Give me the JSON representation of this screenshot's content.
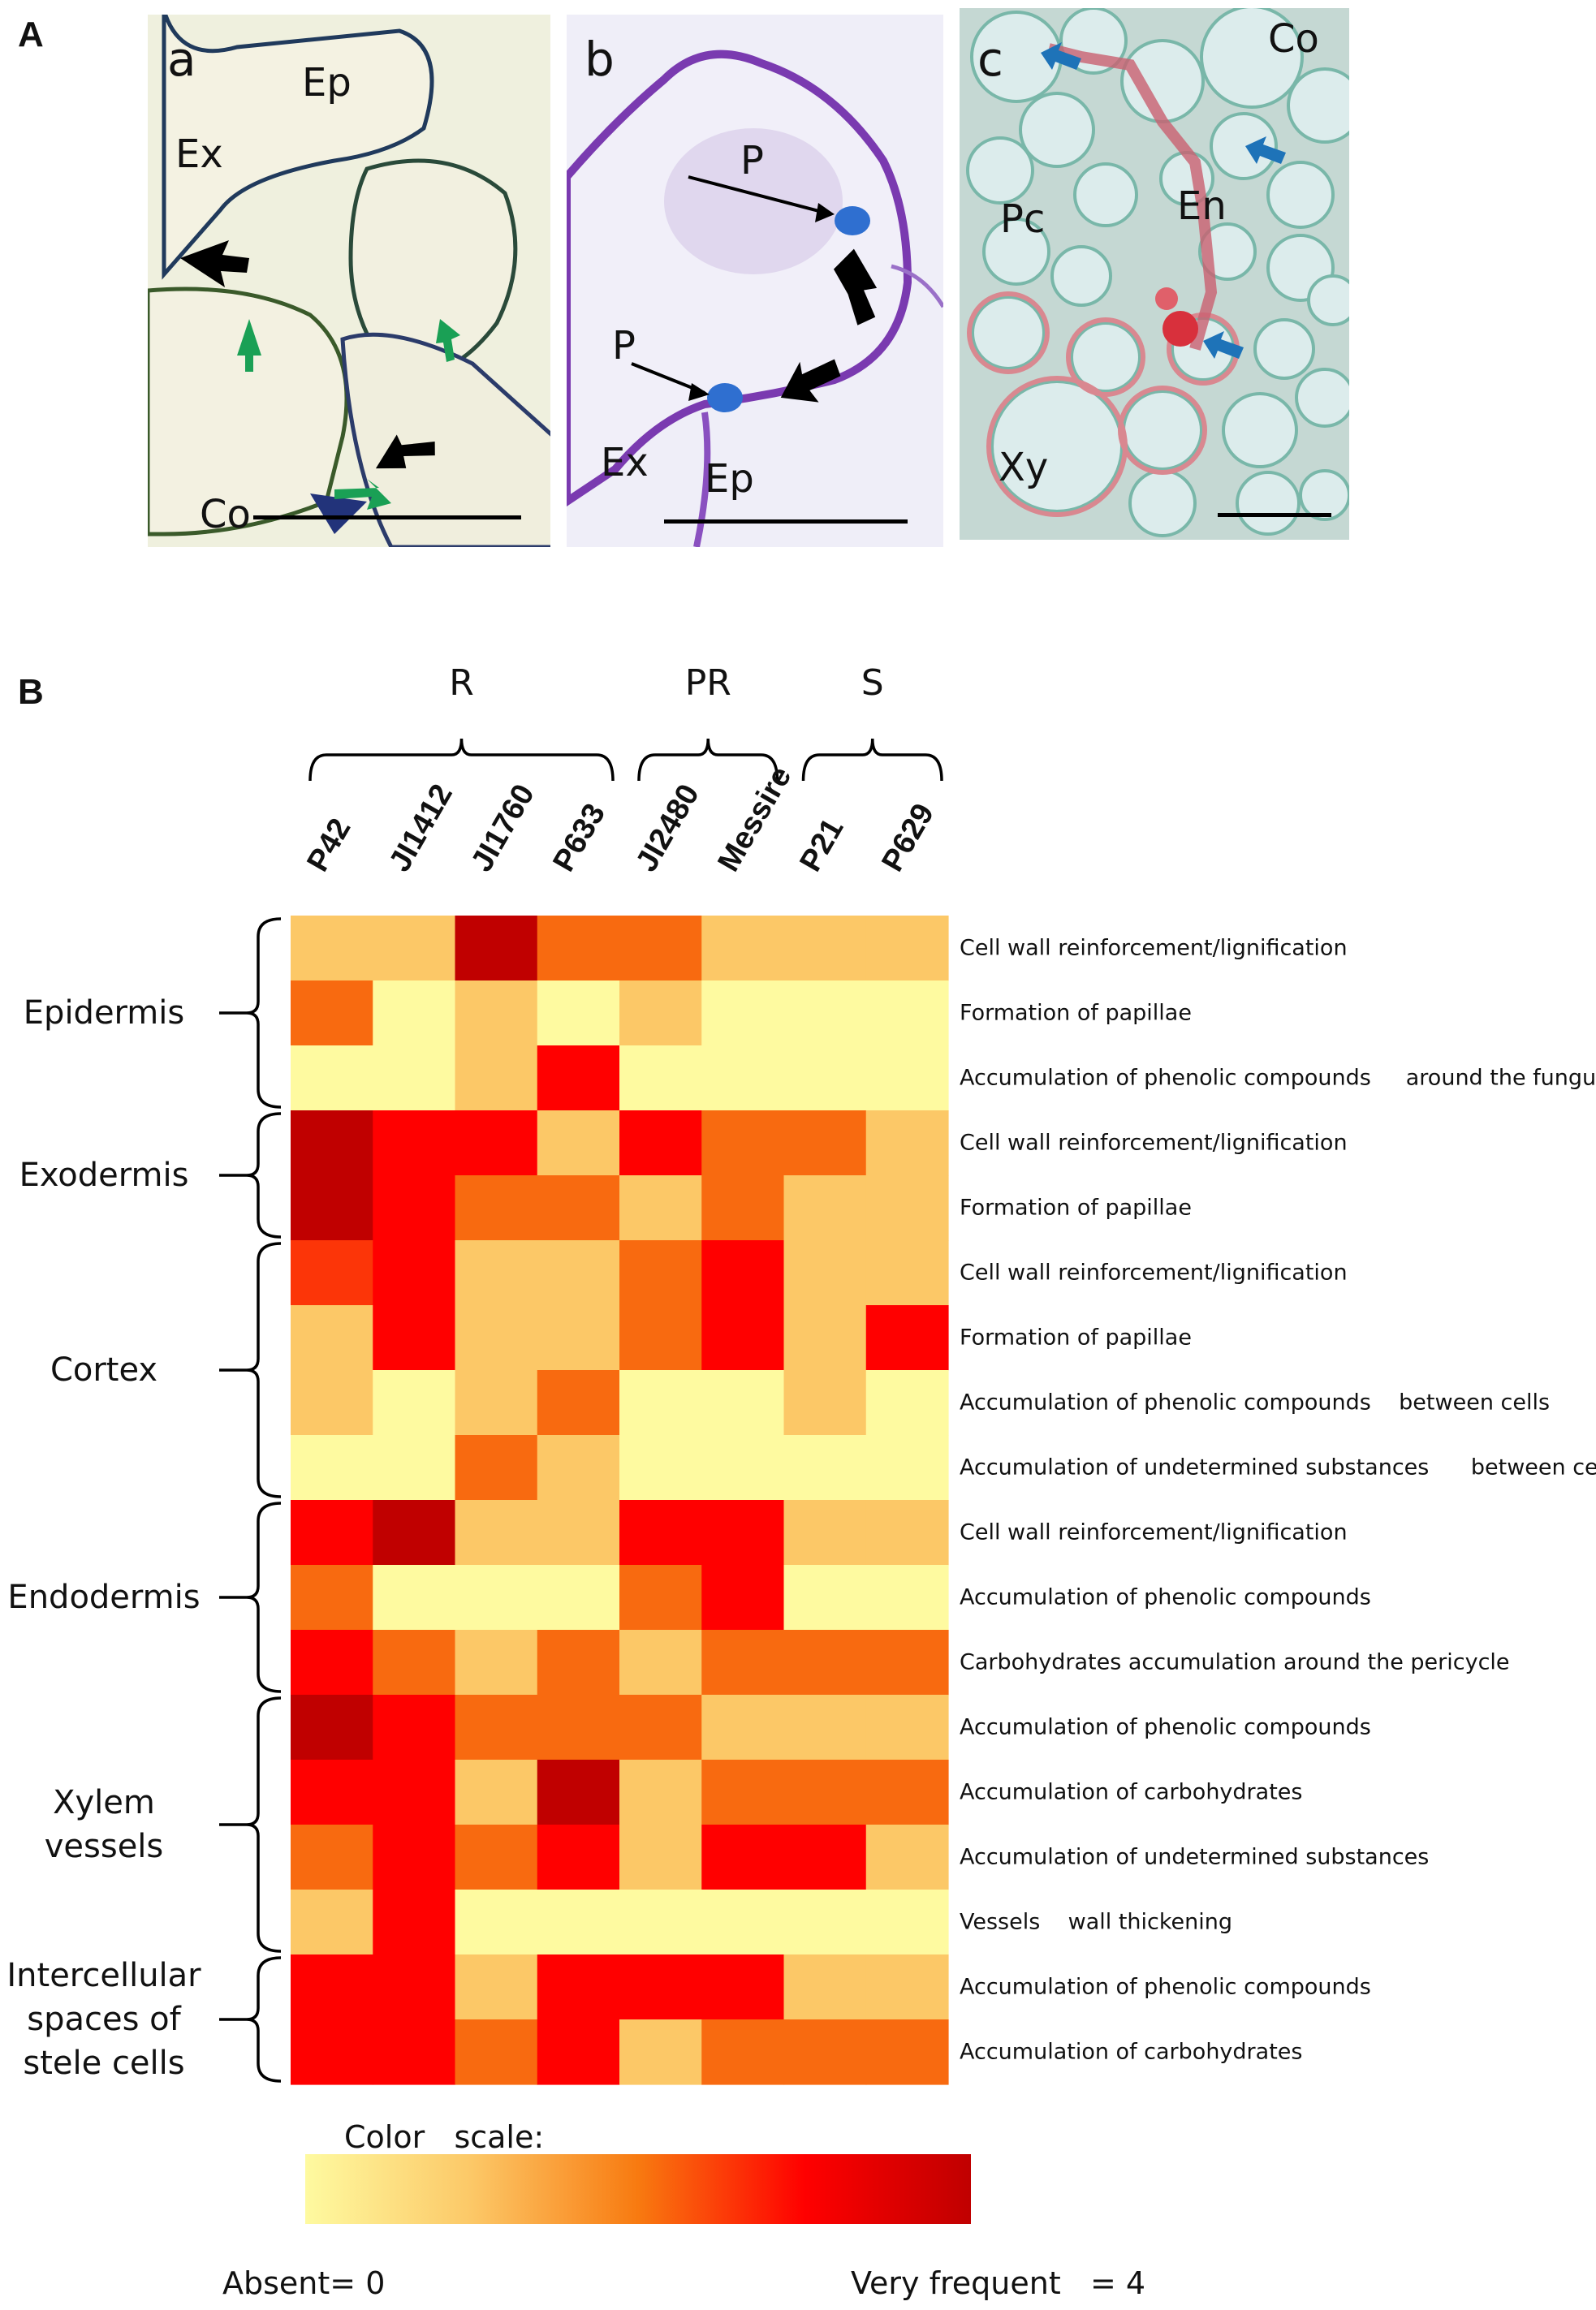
{
  "figure": {
    "panel_a_letter": "A",
    "panel_b_letter": "B",
    "colors": {
      "absent": "#fefaa0",
      "mid": "#f87a10",
      "high": "#ff0000",
      "max": "#c00000"
    }
  },
  "micrographs": {
    "a": {
      "letter": "a",
      "labels": [
        "Ep",
        "Ex",
        "Co"
      ]
    },
    "b": {
      "letter": "b",
      "labels": [
        "P",
        "P",
        "Ex",
        "Ep"
      ]
    },
    "c": {
      "letter": "c",
      "labels": [
        "Co",
        "Pc",
        "En",
        "Xy"
      ]
    }
  },
  "heatmap": {
    "groups": [
      {
        "label": "R",
        "start": 0,
        "end": 3
      },
      {
        "label": "PR",
        "start": 4,
        "end": 5
      },
      {
        "label": "S",
        "start": 6,
        "end": 7
      }
    ],
    "samples": [
      "P42",
      "JI1412",
      "JI1760",
      "P633",
      "JI2480",
      "Messire",
      "P21",
      "P629"
    ],
    "categories": [
      {
        "label": "Epidermis",
        "rows": [
          0,
          2
        ]
      },
      {
        "label": "Exodermis",
        "rows": [
          3,
          4
        ]
      },
      {
        "label": "Cortex",
        "rows": [
          5,
          8
        ]
      },
      {
        "label": "Endodermis",
        "rows": [
          9,
          11
        ]
      },
      {
        "label": "Xylem\nvessels",
        "rows": [
          12,
          15
        ]
      },
      {
        "label": "Intercellular\nspaces of\nstele cells",
        "rows": [
          16,
          17
        ]
      }
    ],
    "row_labels": [
      "Cell wall reinforcement/lignification",
      "Formation of papillae",
      "Accumulation of phenolic compounds     around the fungus",
      "Cell wall reinforcement/lignification",
      "Formation of papillae",
      "Cell wall reinforcement/lignification",
      "Formation of papillae",
      "Accumulation of phenolic compounds    between cells",
      "Accumulation of undetermined substances      between cells",
      "Cell wall reinforcement/lignification",
      "Accumulation of phenolic compounds",
      "Carbohydrates accumulation around the pericycle",
      "Accumulation of phenolic compounds",
      "Accumulation of carbohydrates",
      "Accumulation of undetermined substances",
      "Vessels    wall thickening",
      "Accumulation of phenolic compounds",
      "Accumulation of carbohydrates"
    ],
    "color_scale": {
      "title": "Color   scale:",
      "min_label": "Absent= 0",
      "max_label": "Very frequent   = 4"
    }
  },
  "chart_data": {
    "type": "heatmap",
    "x": [
      "P42",
      "JI1412",
      "JI1760",
      "P633",
      "JI2480",
      "Messire",
      "P21",
      "P629"
    ],
    "y": [
      "Cell wall reinforcement/lignification",
      "Formation of papillae",
      "Accumulation of phenolic compounds     around the fungus",
      "Cell wall reinforcement/lignification",
      "Formation of papillae",
      "Cell wall reinforcement/lignification",
      "Formation of papillae",
      "Accumulation of phenolic compounds    between cells",
      "Accumulation of undetermined substances      between cells",
      "Cell wall reinforcement/lignification",
      "Accumulation of phenolic compounds",
      "Carbohydrates accumulation around the pericycle",
      "Accumulation of phenolic compounds",
      "Accumulation of carbohydrates",
      "Accumulation of undetermined substances",
      "Vessels    wall thickening",
      "Accumulation of phenolic compounds",
      "Accumulation of carbohydrates"
    ],
    "values": [
      [
        1,
        1,
        4,
        2,
        2,
        1,
        1,
        1
      ],
      [
        2,
        0,
        1,
        0,
        1,
        0,
        0,
        0
      ],
      [
        0,
        0,
        1,
        3,
        0,
        0,
        0,
        0
      ],
      [
        4,
        3,
        3,
        1,
        3,
        2,
        2,
        1
      ],
      [
        4,
        3,
        2,
        2,
        1,
        2,
        1,
        1
      ],
      [
        2.5,
        3,
        1,
        1,
        2,
        3,
        1,
        1
      ],
      [
        1,
        3,
        1,
        1,
        2,
        3,
        1,
        3
      ],
      [
        1,
        0,
        1,
        2,
        0,
        0,
        1,
        0
      ],
      [
        0,
        0,
        2,
        1,
        0,
        0,
        0,
        0
      ],
      [
        3,
        4,
        1,
        1,
        3,
        3,
        1,
        1
      ],
      [
        2,
        0,
        0,
        0,
        2,
        3,
        0,
        0
      ],
      [
        3,
        2,
        1,
        2,
        1,
        2,
        2,
        2
      ],
      [
        4,
        3,
        2,
        2,
        2,
        1,
        1,
        1
      ],
      [
        3,
        3,
        1,
        4,
        1,
        2,
        2,
        2
      ],
      [
        2,
        3,
        2,
        3,
        1,
        3,
        3,
        1
      ],
      [
        1,
        3,
        0,
        0,
        0,
        0,
        0,
        0
      ],
      [
        3,
        3,
        1,
        3,
        3,
        3,
        1,
        1
      ],
      [
        3,
        3,
        2,
        3,
        1,
        2,
        2,
        2
      ]
    ],
    "zlim": [
      0,
      4
    ]
  }
}
